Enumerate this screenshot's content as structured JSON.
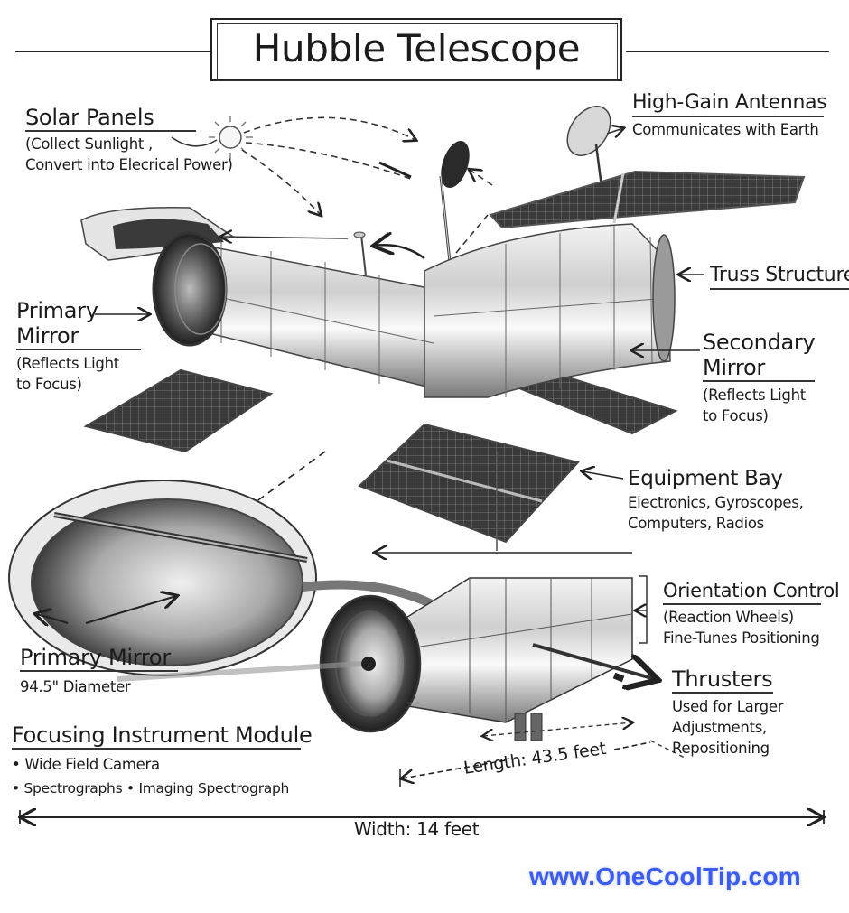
{
  "title": "Hubble Telescope",
  "labels": {
    "solar_panels": {
      "heading": "Solar Panels",
      "lines": [
        "(Collect Sunlight ,",
        "Convert into Elecrical Power)"
      ]
    },
    "high_gain_antennas": {
      "heading": "High-Gain Antennas",
      "lines": [
        "Communicates with Earth"
      ]
    },
    "truss_structure": {
      "heading": "Truss Structure"
    },
    "primary_mirror_top": {
      "heading_line1": "Primary",
      "heading_line2": "Mirror",
      "lines": [
        "(Reflects Light",
        "to Focus)"
      ]
    },
    "secondary_mirror": {
      "heading_line1": "Secondary",
      "heading_line2": "Mirror",
      "lines": [
        "(Reflects Light",
        "to Focus)"
      ]
    },
    "equipment_bay": {
      "heading": "Equipment Bay",
      "lines": [
        "Electronics, Gyroscopes,",
        "Computers, Radios"
      ]
    },
    "orientation_control": {
      "heading": "Orientation Control",
      "lines": [
        "(Reaction Wheels)",
        "Fine-Tunes Positioning"
      ]
    },
    "primary_mirror_detail": {
      "heading": "Primary Mirror",
      "lines": [
        "94.5\" Diameter"
      ]
    },
    "thrusters": {
      "heading": "Thrusters",
      "lines": [
        "Used for Larger",
        "Adjustments,",
        "Repositioning"
      ]
    },
    "focusing_instrument_module": {
      "heading": "Focusing Instrument Module",
      "lines": [
        "• Wide Field Camera",
        "• Spectrographs • Imaging Spectrograph"
      ]
    }
  },
  "dimensions": {
    "length": "Length: 43.5 feet",
    "width": "Width: 14 feet"
  },
  "watermark": {
    "text": "www.OneCoolTip.com",
    "color": "#3b5cf0"
  },
  "colors": {
    "ink": "#1b1b1b",
    "background": "#ffffff",
    "metal_light": "#d9d9d9",
    "metal_dark": "#4a4a4a",
    "panel": "#2f2f2f"
  }
}
